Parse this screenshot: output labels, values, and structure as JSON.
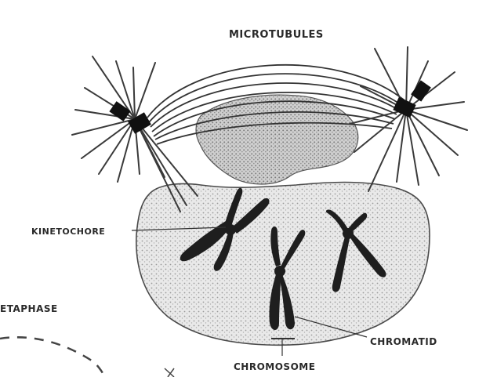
{
  "labels": {
    "microtubules": "MICROTUBULES",
    "kinetochore": "KINETOCHORE",
    "chromatid": "CHROMATID",
    "chromosome": "CHROMOSOME",
    "phase": "ETAPHASE"
  }
}
